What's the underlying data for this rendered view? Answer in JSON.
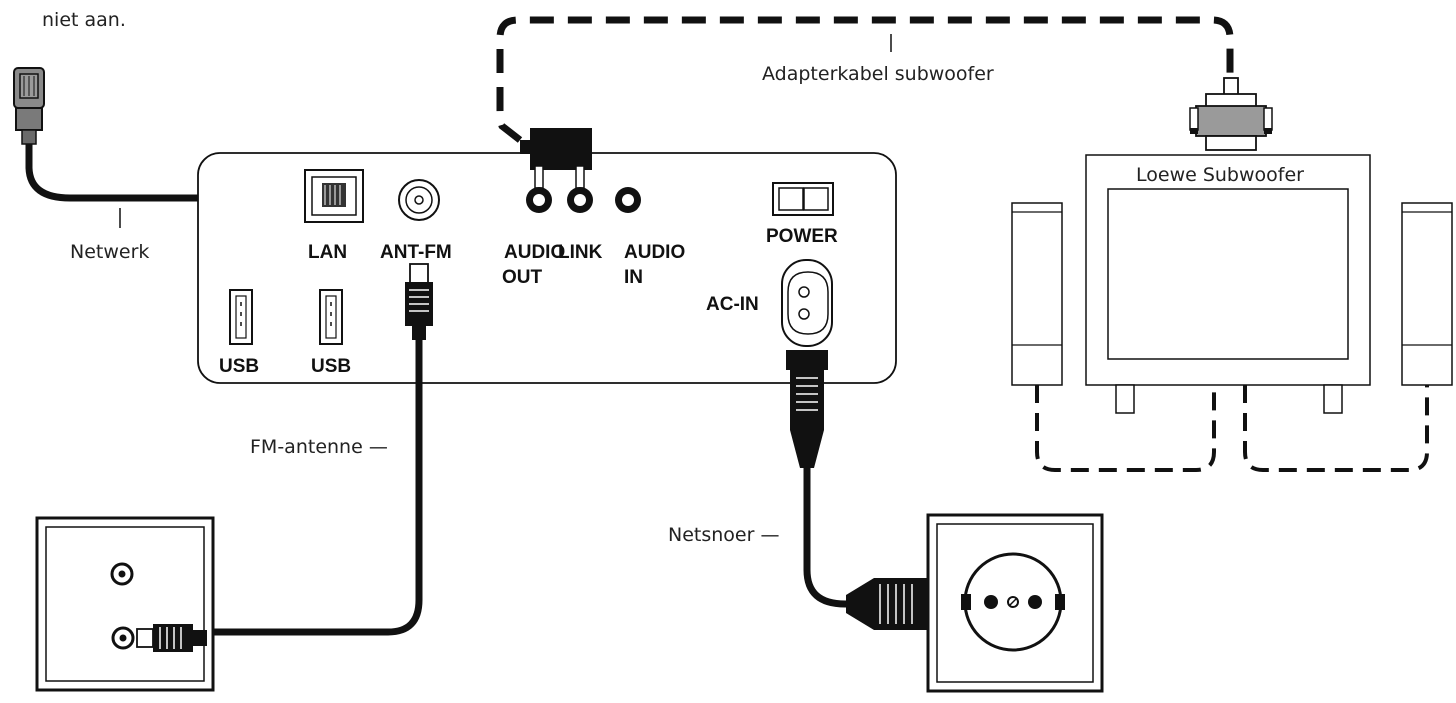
{
  "note_text": "niet aan.",
  "cable_labels": {
    "subwoofer_cable": "Adapterkabel subwoofer",
    "network": "Netwerk",
    "fm_antenna": "FM-antenne —",
    "power_cord": "Netsnoer —"
  },
  "ports": {
    "lan": "LAN",
    "ant_fm": "ANT-FM",
    "audio_out_line1": "AUDIO",
    "audio_out_line2": "OUT",
    "link": "LINK",
    "audio_in_line1": "AUDIO",
    "audio_in_line2": "IN",
    "power": "POWER",
    "ac_in": "AC-IN",
    "usb_1": "USB",
    "usb_2": "USB"
  },
  "subwoofer_label": "Loewe Subwoofer",
  "icons": [
    "rj45-plug-icon",
    "coax-plug-icon",
    "euro-plug-icon",
    "wall-socket-icon",
    "antenna-outlet-icon",
    "subd-connector-icon"
  ],
  "colors": {
    "stroke": "#111111",
    "plug_gray": "#8a8a8a",
    "background": "#ffffff"
  }
}
